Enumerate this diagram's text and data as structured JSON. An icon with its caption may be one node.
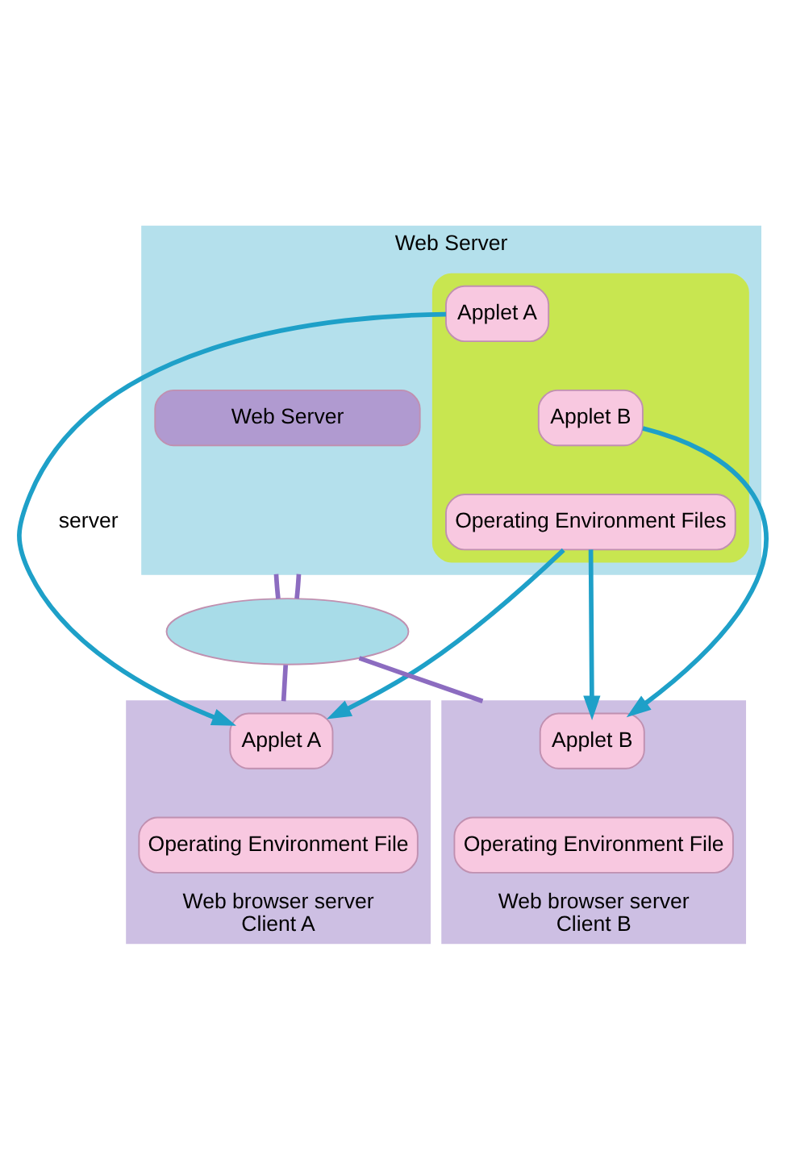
{
  "diagram": {
    "nodes": [
      {
        "text": [
          "Web Server"
        ]
      },
      {
        "text": [],
        "shape": "cylinder",
        "in": 0
      },
      {
        "text": [
          "Applet A"
        ],
        "in": 1
      },
      {
        "text": [
          "Applet B"
        ],
        "in": 1
      },
      {
        "text": [
          "Operating Environment Files"
        ],
        "in": 1
      },
      {
        "text": [
          "Web Server"
        ],
        "in": 0
      },
      {
        "text": [],
        "shape": "ellipse"
      },
      {
        "text": [
          "Web browser server",
          "Client A"
        ]
      },
      {
        "text": [
          "Applet A"
        ],
        "in": 7
      },
      {
        "text": [
          "Operating Environment File"
        ],
        "in": 7
      },
      {
        "text": [
          "Web browser server",
          "Client B"
        ]
      },
      {
        "text": [
          "Applet B"
        ],
        "in": 10
      },
      {
        "text": [
          "Operating Environment File"
        ],
        "in": 10
      }
    ],
    "edges": [
      {
        "from": 2,
        "to": 8,
        "arrow": "to"
      },
      {
        "from": 4,
        "to": 8,
        "arrow": "to"
      },
      {
        "from": 3,
        "to": 11,
        "arrow": "to"
      },
      {
        "from": 4,
        "to": 11,
        "arrow": "to"
      },
      {
        "from": 0,
        "to": 6,
        "arrow": "none",
        "color": "#8c6cc0"
      },
      {
        "from": 0,
        "to": 6,
        "arrow": "none",
        "color": "#8c6cc0"
      },
      {
        "from": 6,
        "to": 7,
        "arrow": "none",
        "color": "#8c6cc0"
      },
      {
        "from": 6,
        "to": 10,
        "arrow": "none",
        "color": "#8c6cc0"
      }
    ],
    "labels": [
      "server"
    ]
  }
}
